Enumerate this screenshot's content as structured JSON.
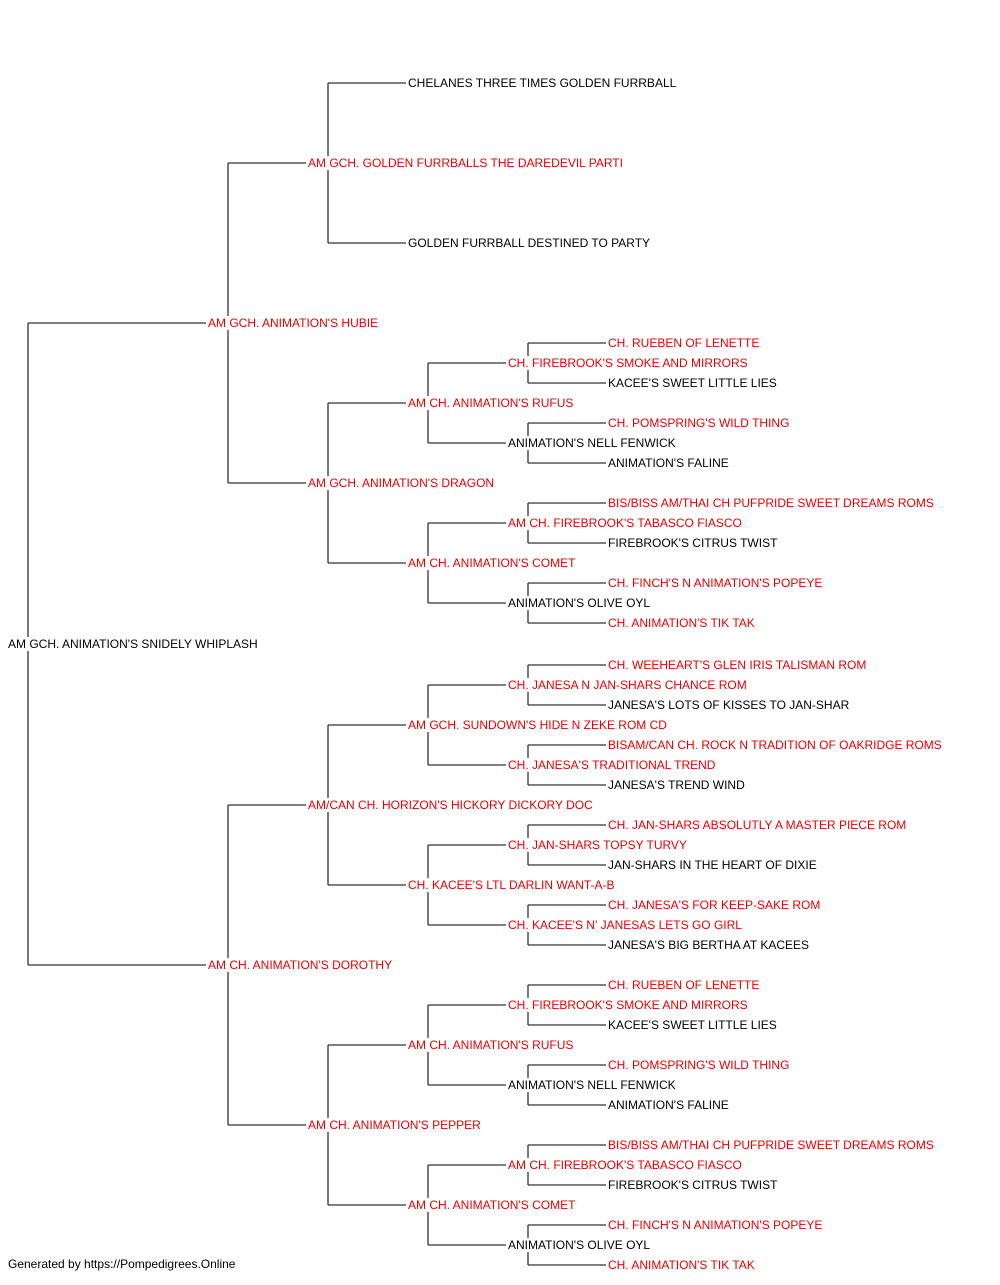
{
  "colors": {
    "champion": "#e60000",
    "normal": "#000000",
    "line": "#333333"
  },
  "footer": "Generated by https://Pompedigrees.Online",
  "pedigree": {
    "name": "AM GCH. ANIMATION'S SNIDELY WHIPLASH",
    "champion": false,
    "sire": {
      "name": "AM GCH. ANIMATION'S HUBIE",
      "champion": true,
      "sire": {
        "name": "AM GCH. GOLDEN FURRBALLS THE DAREDEVIL PARTI",
        "champion": true,
        "sire": {
          "name": "CHELANES THREE TIMES GOLDEN FURRBALL",
          "champion": false
        },
        "dam": {
          "name": "GOLDEN FURRBALL DESTINED TO PARTY",
          "champion": false
        }
      },
      "dam": {
        "name": "AM GCH. ANIMATION'S DRAGON",
        "champion": true,
        "sire": {
          "name": "AM CH. ANIMATION'S RUFUS",
          "champion": true,
          "sire": {
            "name": "CH. FIREBROOK'S SMOKE AND MIRRORS",
            "champion": true,
            "sire": {
              "name": "CH. RUEBEN OF LENETTE",
              "champion": true
            },
            "dam": {
              "name": "KACEE'S SWEET LITTLE LIES",
              "champion": false
            }
          },
          "dam": {
            "name": "ANIMATION'S NELL FENWICK",
            "champion": false,
            "sire": {
              "name": "CH. POMSPRING'S WILD THING",
              "champion": true
            },
            "dam": {
              "name": "ANIMATION'S FALINE",
              "champion": false
            }
          }
        },
        "dam": {
          "name": "AM CH. ANIMATION'S COMET",
          "champion": true,
          "sire": {
            "name": "AM CH. FIREBROOK'S TABASCO FIASCO",
            "champion": true,
            "sire": {
              "name": "BIS/BISS AM/THAI CH PUFPRIDE SWEET DREAMS ROMS",
              "champion": true
            },
            "dam": {
              "name": "FIREBROOK'S CITRUS TWIST",
              "champion": false
            }
          },
          "dam": {
            "name": "ANIMATION'S OLIVE OYL",
            "champion": false,
            "sire": {
              "name": "CH. FINCH'S N ANIMATION'S POPEYE",
              "champion": true
            },
            "dam": {
              "name": "CH. ANIMATION'S TIK TAK",
              "champion": true
            }
          }
        }
      }
    },
    "dam": {
      "name": "AM CH. ANIMATION'S DOROTHY",
      "champion": true,
      "sire": {
        "name": "AM/CAN CH. HORIZON'S HICKORY DICKORY DOC",
        "champion": true,
        "sire": {
          "name": "AM GCH. SUNDOWN'S HIDE N ZEKE ROM CD",
          "champion": true,
          "sire": {
            "name": "CH. JANESA N JAN-SHARS CHANCE ROM",
            "champion": true,
            "sire": {
              "name": "CH. WEEHEART'S GLEN IRIS TALISMAN ROM",
              "champion": true
            },
            "dam": {
              "name": "JANESA'S LOTS OF KISSES TO JAN-SHAR",
              "champion": false
            }
          },
          "dam": {
            "name": "CH. JANESA'S TRADITIONAL TREND",
            "champion": true,
            "sire": {
              "name": "BISAM/CAN CH. ROCK N TRADITION OF OAKRIDGE ROMS",
              "champion": true
            },
            "dam": {
              "name": "JANESA'S TREND WIND",
              "champion": false
            }
          }
        },
        "dam": {
          "name": "CH. KACEE'S LTL DARLIN WANT-A-B",
          "champion": true,
          "sire": {
            "name": "CH. JAN-SHARS TOPSY TURVY",
            "champion": true,
            "sire": {
              "name": "CH. JAN-SHARS ABSOLUTLY A MASTER PIECE ROM",
              "champion": true
            },
            "dam": {
              "name": "JAN-SHARS IN THE HEART OF DIXIE",
              "champion": false
            }
          },
          "dam": {
            "name": "CH. KACEE'S N' JANESAS LETS GO GIRL",
            "champion": true,
            "sire": {
              "name": "CH. JANESA'S FOR KEEP-SAKE ROM",
              "champion": true
            },
            "dam": {
              "name": "JANESA'S BIG BERTHA AT KACEES",
              "champion": false
            }
          }
        }
      },
      "dam": {
        "name": "AM CH. ANIMATION'S PEPPER",
        "champion": true,
        "sire": {
          "name": "AM CH. ANIMATION'S RUFUS",
          "champion": true,
          "sire": {
            "name": "CH. FIREBROOK'S SMOKE AND MIRRORS",
            "champion": true,
            "sire": {
              "name": "CH. RUEBEN OF LENETTE",
              "champion": true
            },
            "dam": {
              "name": "KACEE'S SWEET LITTLE LIES",
              "champion": false
            }
          },
          "dam": {
            "name": "ANIMATION'S NELL FENWICK",
            "champion": false,
            "sire": {
              "name": "CH. POMSPRING'S WILD THING",
              "champion": true
            },
            "dam": {
              "name": "ANIMATION'S FALINE",
              "champion": false
            }
          }
        },
        "dam": {
          "name": "AM CH. ANIMATION'S COMET",
          "champion": true,
          "sire": {
            "name": "AM CH. FIREBROOK'S TABASCO FIASCO",
            "champion": true,
            "sire": {
              "name": "BIS/BISS AM/THAI CH PUFPRIDE SWEET DREAMS ROMS",
              "champion": true
            },
            "dam": {
              "name": "FIREBROOK'S CITRUS TWIST",
              "champion": false
            }
          },
          "dam": {
            "name": "ANIMATION'S OLIVE OYL",
            "champion": false,
            "sire": {
              "name": "CH. FINCH'S N ANIMATION'S POPEYE",
              "champion": true
            },
            "dam": {
              "name": "CH. ANIMATION'S TIK TAK",
              "champion": true
            }
          }
        }
      }
    }
  }
}
